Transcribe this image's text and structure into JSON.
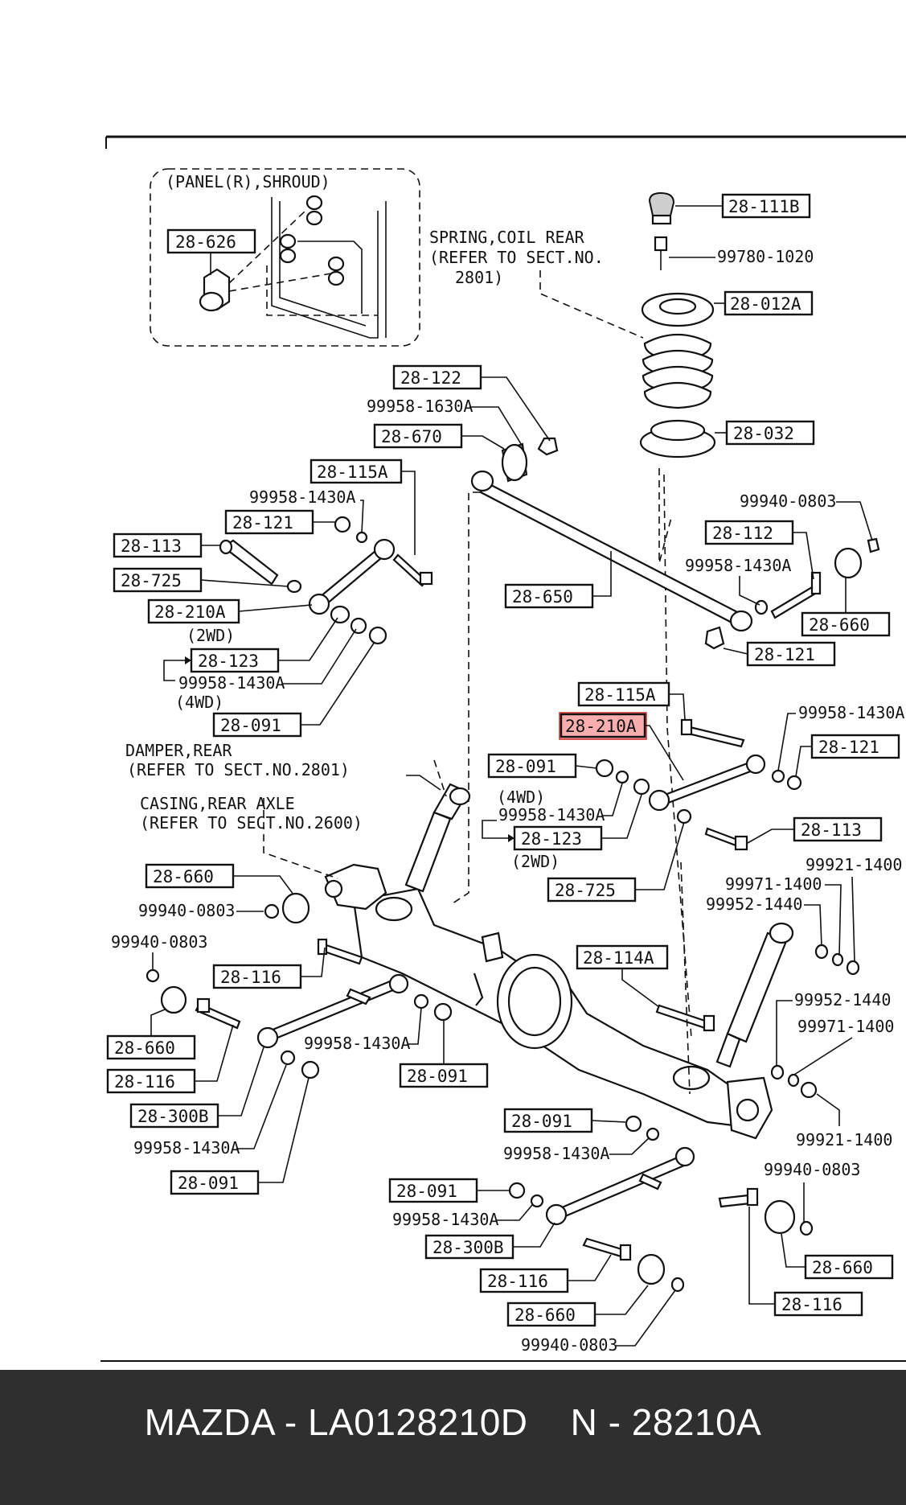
{
  "footer": {
    "text": "MAZDA - LA0128210D    N - 28210A"
  },
  "highlight_color": "#f26b6b",
  "notes": {
    "panel": "(PANEL(R),SHROUD)",
    "spring_1": "SPRING,COIL REAR",
    "spring_2": "(REFER TO SECT.NO.",
    "spring_3": "2801)",
    "damper_1": "DAMPER,REAR",
    "damper_2": "(REFER TO SECT.NO.2801)",
    "casing_1": "CASING,REAR AXLE",
    "casing_2": "(REFER TO SECT.NO.2600)",
    "wd2_a": "(2WD)",
    "wd4_a": "(4WD)",
    "wd4_b": "(4WD)",
    "wd2_b": "(2WD)"
  },
  "labels": {
    "p28_626": "28-626",
    "p28_111B": "28-111B",
    "p99780_1020": "99780-1020",
    "p28_012A": "28-012A",
    "p28_032": "28-032",
    "p28_122": "28-122",
    "p99958_1630A": "99958-1630A",
    "p28_670": "28-670",
    "p28_115A_1": "28-115A",
    "p99958_1430A_1": "99958-1430A",
    "p28_121_1": "28-121",
    "p28_113_1": "28-113",
    "p28_725_1": "28-725",
    "p28_210A_1": "28-210A",
    "p28_123_1": "28-123",
    "p99958_1430A_2": "99958-1430A",
    "p28_091_1": "28-091",
    "p28_650": "28-650",
    "p99940_0803_1": "99940-0803",
    "p28_112": "28-112",
    "p99958_1430A_3": "99958-1430A",
    "p28_660_1": "28-660",
    "p28_121_2": "28-121",
    "p28_115A_2": "28-115A",
    "p28_210A_2": "28-210A",
    "p99958_1430A_4": "99958-1430A",
    "p28_121_3": "28-121",
    "p28_091_2": "28-091",
    "p99958_1430A_5": "99958-1430A",
    "p28_123_2": "28-123",
    "p28_113_2": "28-113",
    "p28_725_2": "28-725",
    "p99921_1400_1": "99921-1400",
    "p99971_1400_1": "99971-1400",
    "p99952_1440_1": "99952-1440",
    "p28_660_2": "28-660",
    "p99940_0803_2": "99940-0803",
    "p99940_0803_3": "99940-0803",
    "p28_116_1": "28-116",
    "p28_114A": "28-114A",
    "p28_660_3": "28-660",
    "p28_116_2": "28-116",
    "p99958_1430A_6": "99958-1430A",
    "p28_091_3": "28-091",
    "p99952_1440_2": "99952-1440",
    "p99971_1400_2": "99971-1400",
    "p28_300B_1": "28-300B",
    "p99958_1430A_7": "99958-1430A",
    "p28_091_4": "28-091",
    "p99921_1400_2": "99921-1400",
    "p28_091_5": "28-091",
    "p99958_1430A_8": "99958-1430A",
    "p99940_0803_4": "99940-0803",
    "p28_091_6": "28-091",
    "p99958_1430A_9": "99958-1430A",
    "p28_300B_2": "28-300B",
    "p28_116_3": "28-116",
    "p28_660_4": "28-660",
    "p28_660_5": "28-660",
    "p28_116_4": "28-116",
    "p99940_0803_5": "99940-0803"
  }
}
